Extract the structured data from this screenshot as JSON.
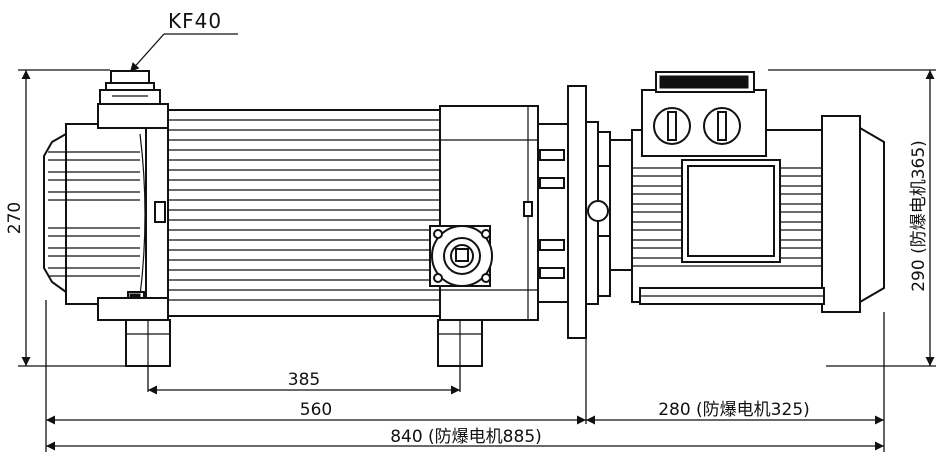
{
  "labels": {
    "port": "KF40",
    "height_left": "270",
    "height_right": "290 (防爆电机365)",
    "width_385": "385",
    "width_560": "560",
    "width_280": "280 (防爆电机325)",
    "width_total": "840 (防爆电机885)"
  }
}
